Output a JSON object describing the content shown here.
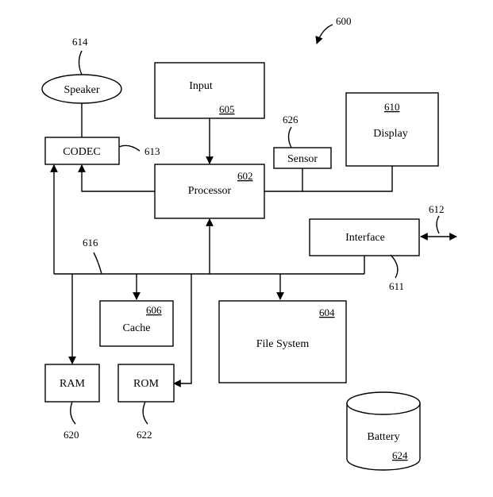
{
  "figure": {
    "number": "600"
  },
  "components": {
    "speaker": {
      "label": "Speaker",
      "ref": "614"
    },
    "codec": {
      "label": "CODEC",
      "ref": "613"
    },
    "input": {
      "label": "Input",
      "ref": "605"
    },
    "processor": {
      "label": "Processor",
      "ref": "602"
    },
    "sensor": {
      "label": "Sensor",
      "ref": "626"
    },
    "display": {
      "label": "Display",
      "ref": "610"
    },
    "interface": {
      "label": "Interface",
      "ref": "611",
      "link_ref": "612"
    },
    "bus": {
      "ref": "616"
    },
    "cache": {
      "label": "Cache",
      "ref": "606"
    },
    "filesystem": {
      "label": "File System",
      "ref": "604"
    },
    "ram": {
      "label": "RAM",
      "ref": "620"
    },
    "rom": {
      "label": "ROM",
      "ref": "622"
    },
    "battery": {
      "label": "Battery",
      "ref": "624"
    }
  }
}
